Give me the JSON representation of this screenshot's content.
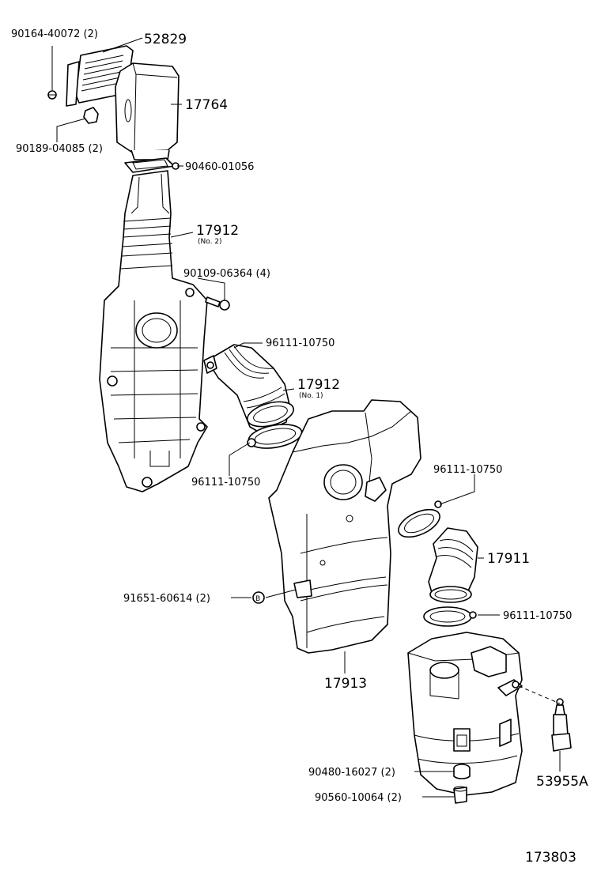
{
  "labels": {
    "l52829": "52829",
    "l90164": "90164-40072 (2)",
    "l17764": "17764",
    "l90189": "90189-04085 (2)",
    "l90460": "90460-01056",
    "l17912a": "17912",
    "l17912a_sub": "(No. 2)",
    "l90109": "90109-06364 (4)",
    "l96111a": "96111-10750",
    "l17912b": "17912",
    "l17912b_sub": "(No. 1)",
    "l96111b": "96111-10750",
    "l96111c": "96111-10750",
    "l17911": "17911",
    "l91651": "91651-60614 (2)",
    "l96111d": "96111-10750",
    "l17913": "17913",
    "l90480": "90480-16027 (2)",
    "l90560": "90560-10064 (2)",
    "l53955": "53955A",
    "ref": "173803"
  }
}
